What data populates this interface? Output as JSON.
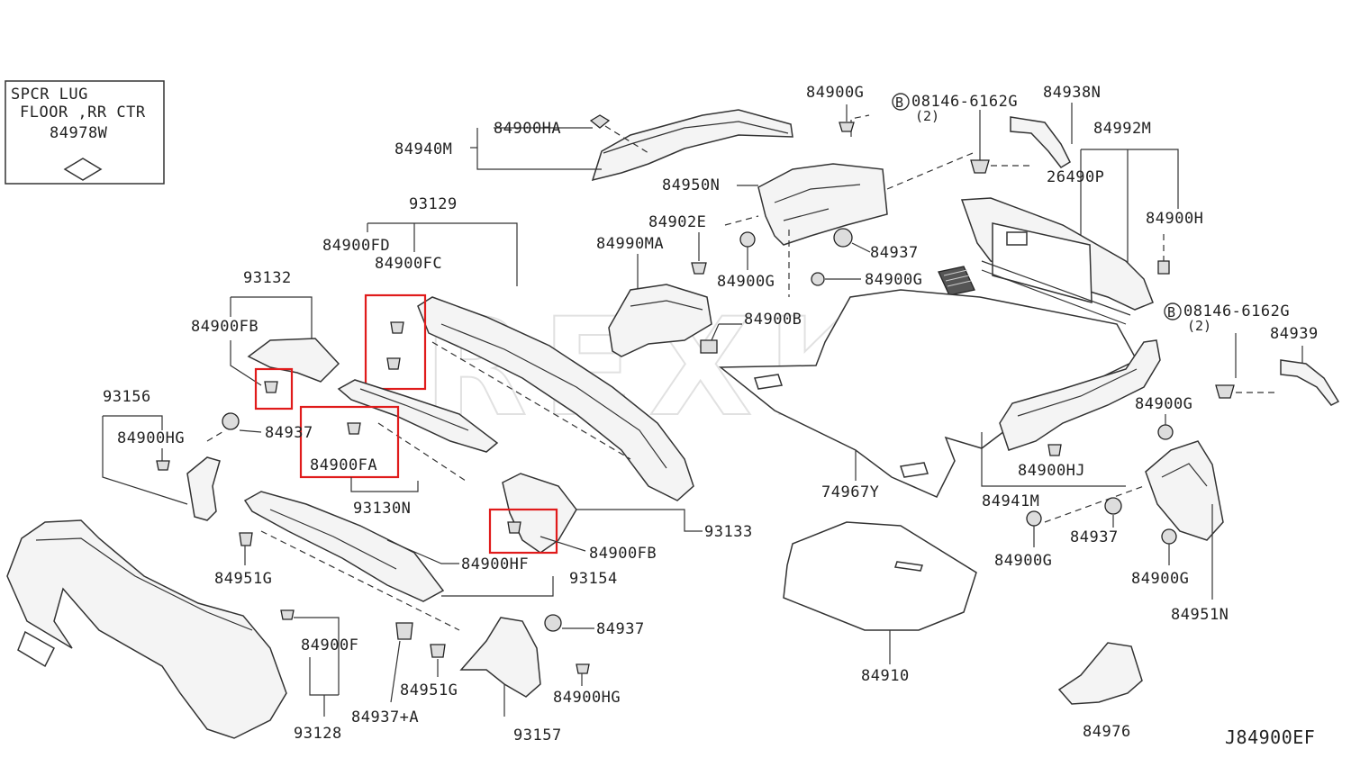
{
  "watermark": "REXKA",
  "legend_box": {
    "line1": "SPCR LUG",
    "line2": "FLOOR ,RR CTR",
    "part": "84978W"
  },
  "drawing_code": "J84900EF",
  "labels": {
    "p84900HA": "84900HA",
    "p84940M": "84940M",
    "p84900G_a": "84900G",
    "p08146_a": "08146-6162G",
    "qty_a": "(2)",
    "bolt_a": "B",
    "p84938N": "84938N",
    "p84992M": "84992M",
    "p26490P": "26490P",
    "p84950N": "84950N",
    "p84902E": "84902E",
    "p84990MA": "84990MA",
    "p84937_a": "84937",
    "p84900G_b": "84900G",
    "p84900G_c": "84900G",
    "p84900H": "84900H",
    "p93129": "93129",
    "p84900FD": "84900FD",
    "p84900FC": "84900FC",
    "p93132": "93132",
    "p84900FB_a": "84900FB",
    "p84900B": "84900B",
    "p08146_b": "08146-6162G",
    "qty_b": "(2)",
    "bolt_b": "B",
    "p84939": "84939",
    "p93156": "93156",
    "p84900HG_a": "84900HG",
    "p84937_b": "84937",
    "p84900FA": "84900FA",
    "p93130N": "93130N",
    "p84900G_d": "84900G",
    "p84900HJ": "84900HJ",
    "p74967Y": "74967Y",
    "p84941M": "84941M",
    "p93133": "93133",
    "p84900FB_b": "84900FB",
    "p84900HF": "84900HF",
    "p93154": "93154",
    "p84951G_a": "84951G",
    "p84937_c": "84937",
    "p84900G_e": "84900G",
    "p84900G_f": "84900G",
    "p84951N": "84951N",
    "p84900F": "84900F",
    "p84937_d": "84937",
    "p84951G_b": "84951G",
    "p84900HG_b": "84900HG",
    "p84937A": "84937+A",
    "p93128": "93128",
    "p93157": "93157",
    "p84910": "84910",
    "p84976": "84976"
  },
  "highlight_color": "#e01b1b"
}
